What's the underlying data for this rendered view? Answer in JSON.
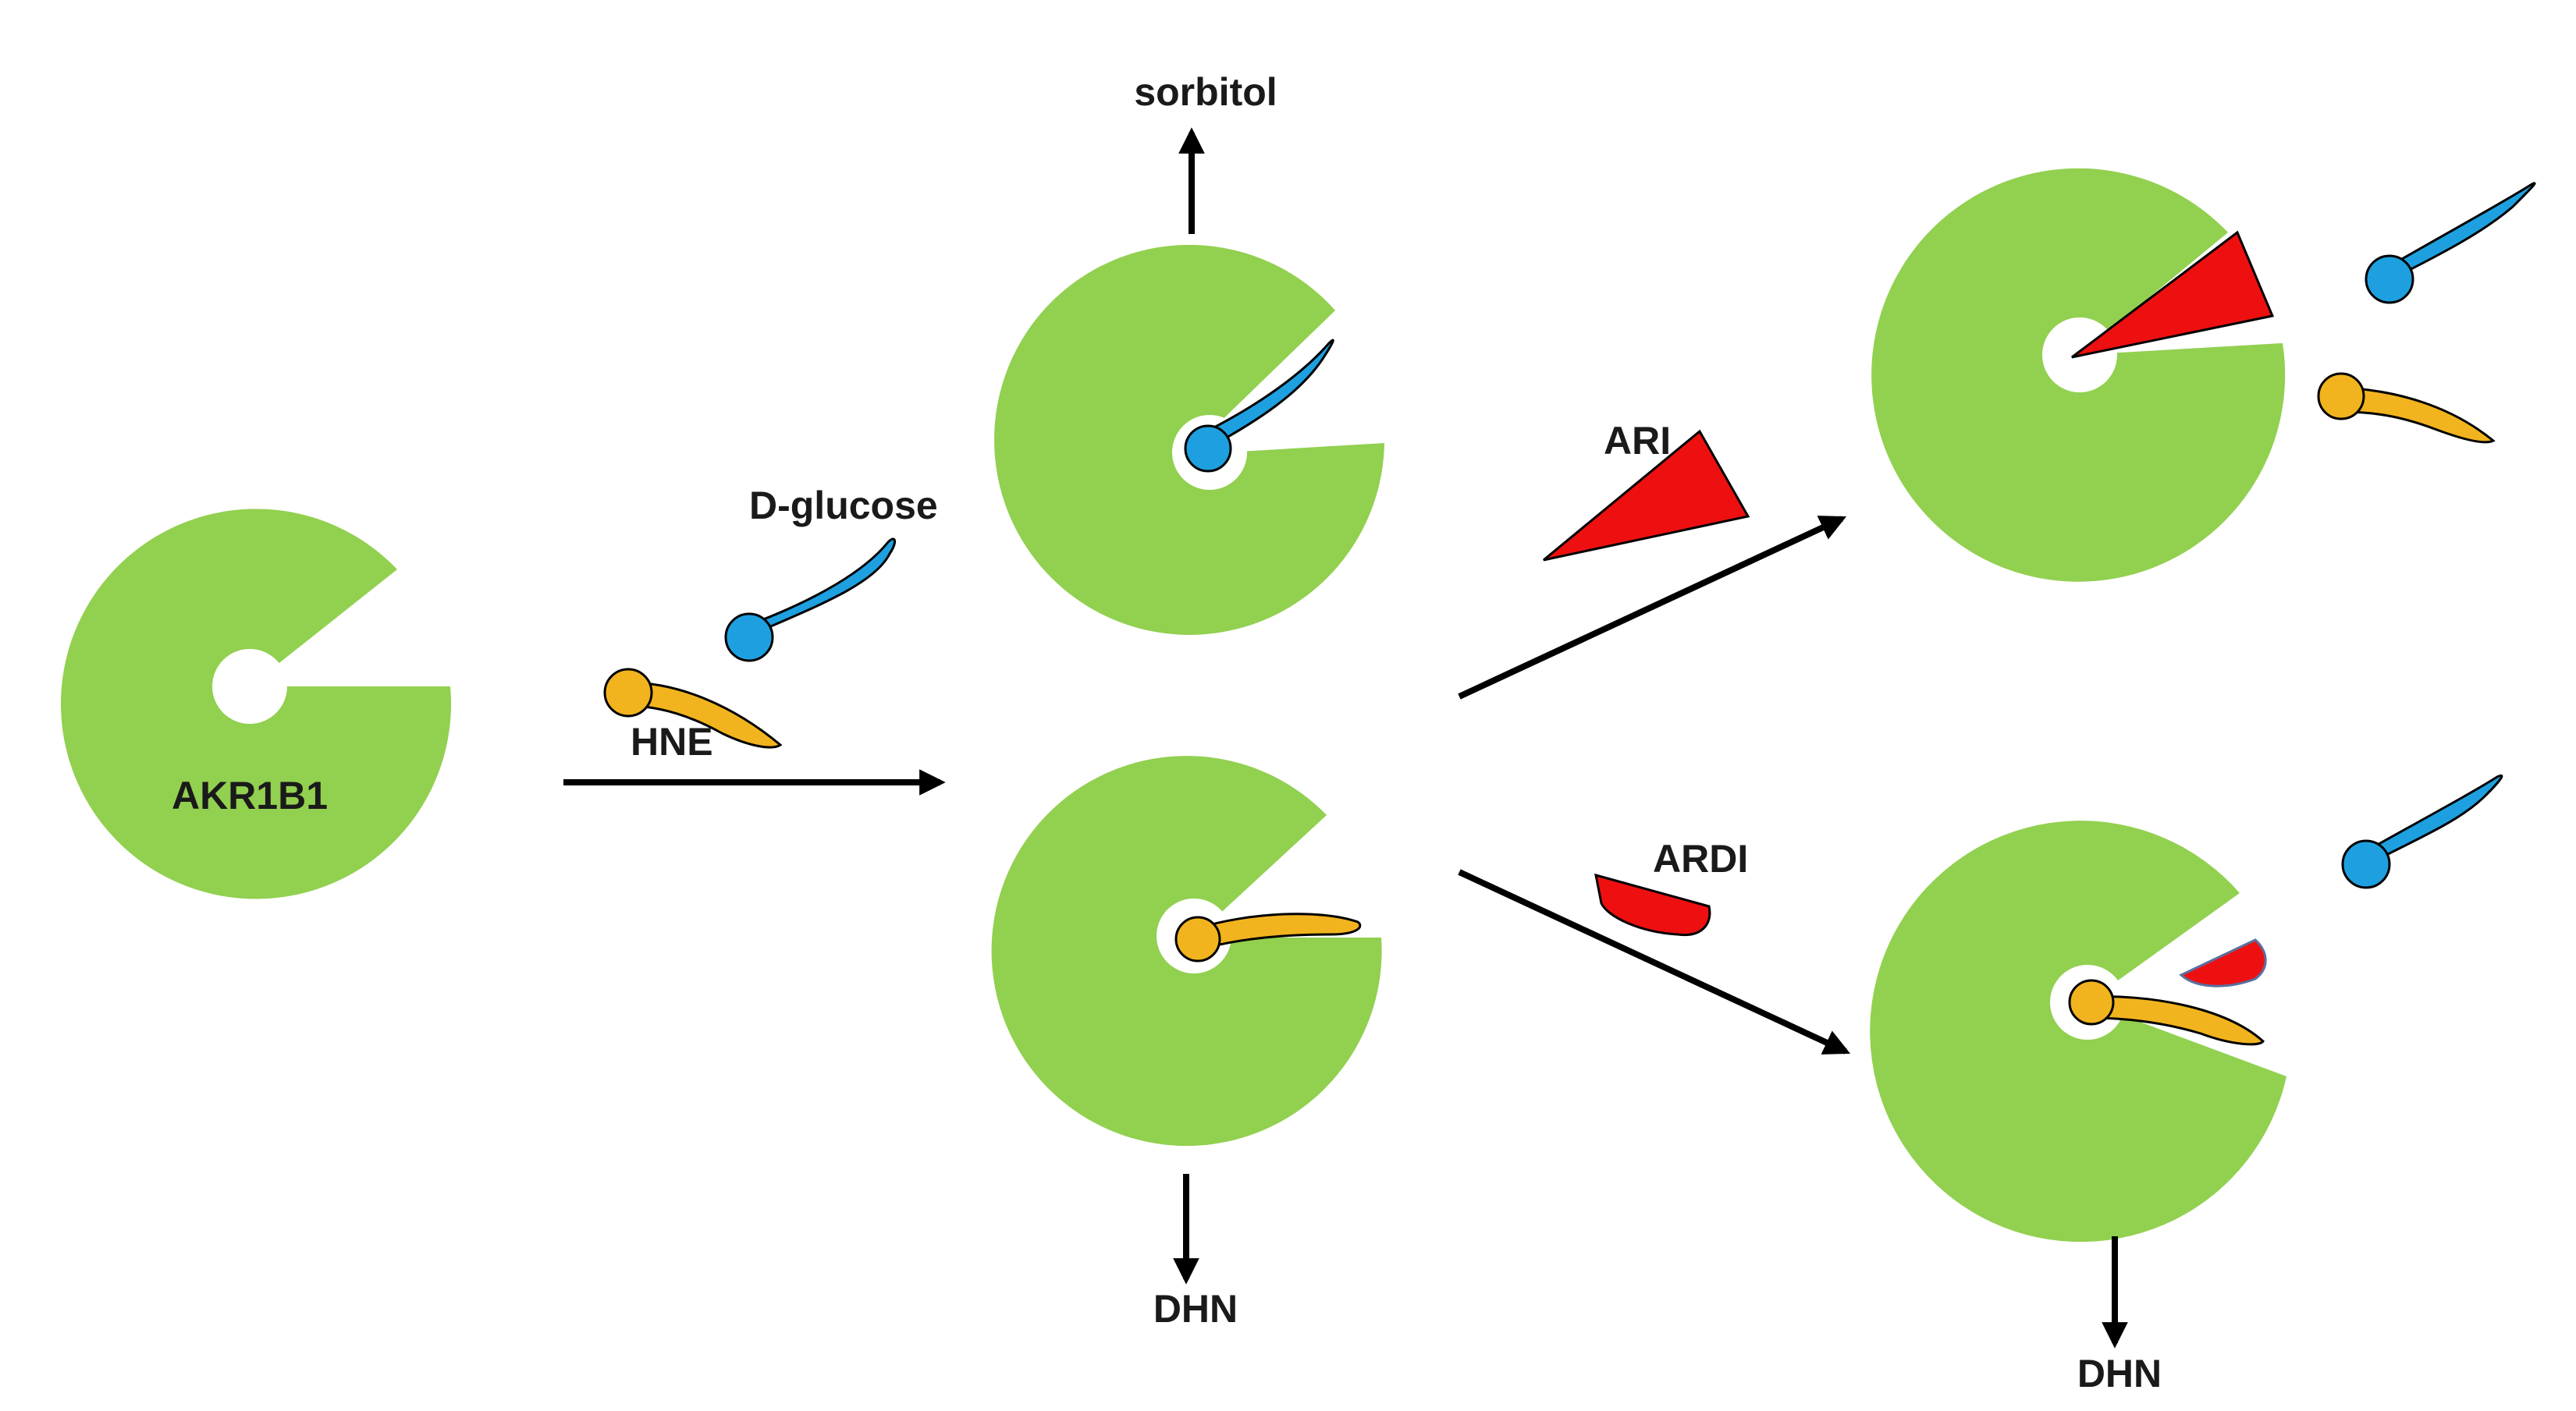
{
  "labels": {
    "enzyme": "AKR1B1",
    "glucose": "D-glucose",
    "hne": "HNE",
    "sorbitol": "sorbitol",
    "dhn_top": "DHN",
    "dhn_bottom": "DHN",
    "ari": "ARI",
    "ardi": "ARDI"
  },
  "colors": {
    "enzyme": "#92d050",
    "glucose": "#1ea0e0",
    "hne": "#f2b41e",
    "inhibitor": "#ee1010",
    "arrow": "#000000"
  }
}
